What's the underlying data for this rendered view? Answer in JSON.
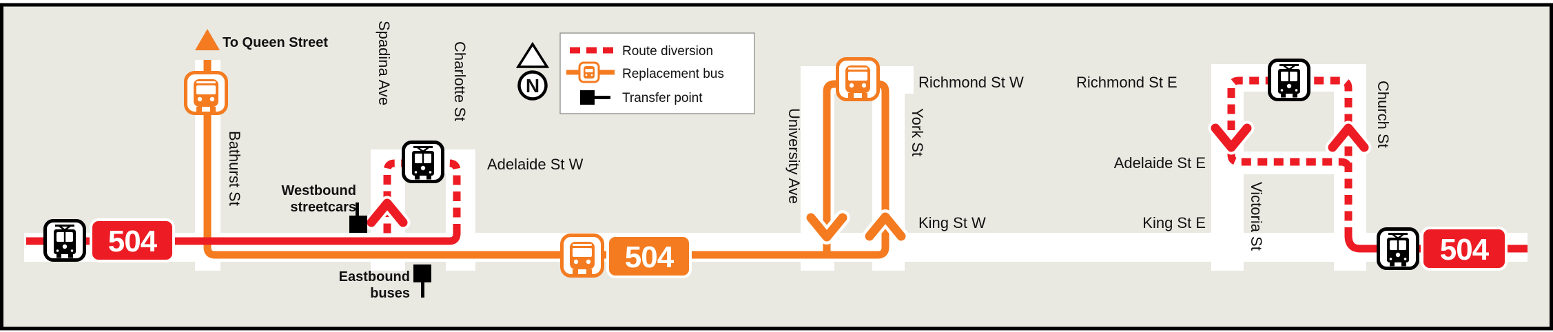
{
  "map": {
    "colors": {
      "route_red": "#ed1c24",
      "bus_orange": "#f47b20",
      "background": "#e9e8e1",
      "street_band": "#ffffff",
      "outline_black": "#000000"
    },
    "badges": {
      "west": "504",
      "central": "504",
      "east": "504"
    },
    "compass": {
      "north_label": "N"
    },
    "legend": {
      "route_diversion": "Route diversion",
      "replacement_bus": "Replacement bus",
      "transfer_point": "Transfer point"
    },
    "labels": {
      "to_queen": "To Queen Street",
      "bathurst": "Bathurst St",
      "spadina": "Spadina Ave",
      "charlotte": "Charlotte St",
      "adelaide_w": "Adelaide St W",
      "university": "University Ave",
      "york": "York St",
      "richmond_w": "Richmond St W",
      "richmond_e": "Richmond St E",
      "adelaide_e": "Adelaide St E",
      "king_w": "King St W",
      "king_e": "King St E",
      "victoria": "Victoria St",
      "church": "Church St"
    },
    "notes": {
      "westbound_line1": "Westbound",
      "westbound_line2": "streetcars",
      "eastbound_line1": "Eastbound",
      "eastbound_line2": "buses"
    },
    "icons": [
      "streetcar-icon",
      "bus-icon",
      "transfer-point-icon",
      "north-compass-icon",
      "direction-arrow-icon"
    ]
  }
}
